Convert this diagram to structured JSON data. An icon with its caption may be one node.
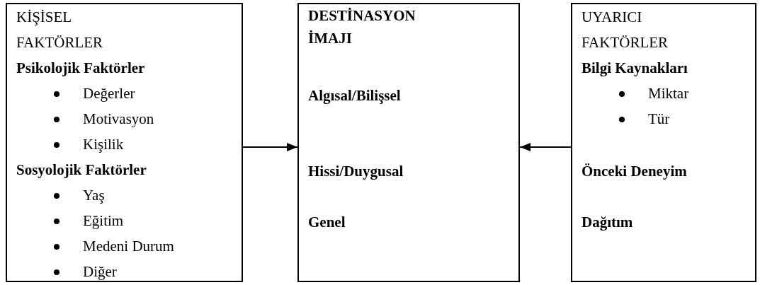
{
  "diagram": {
    "nodes": [
      {
        "text": [
          "KİŞİSEL FAKTÖRLER",
          "Psikolojik Faktörler",
          "Değerler",
          "Motivasyon",
          "Kişilik",
          "Sosyolojik Faktörler",
          "Yaş",
          "Eğitim",
          "Medeni Durum",
          "Diğer"
        ]
      },
      {
        "text": [
          "DESTİNASYON İMAJI",
          "Algısal/Bilişsel",
          "Hissi/Duygusal",
          "Genel"
        ]
      },
      {
        "text": [
          "UYARICI FAKTÖRLER",
          "Bilgi Kaynakları",
          "Miktar",
          "Tür",
          "Önceki Deneyim",
          "Dağıtım"
        ]
      }
    ],
    "edges": [
      {
        "from": 0,
        "to": 1,
        "arrow": "to"
      },
      {
        "from": 2,
        "to": 1,
        "arrow": "to"
      }
    ]
  }
}
